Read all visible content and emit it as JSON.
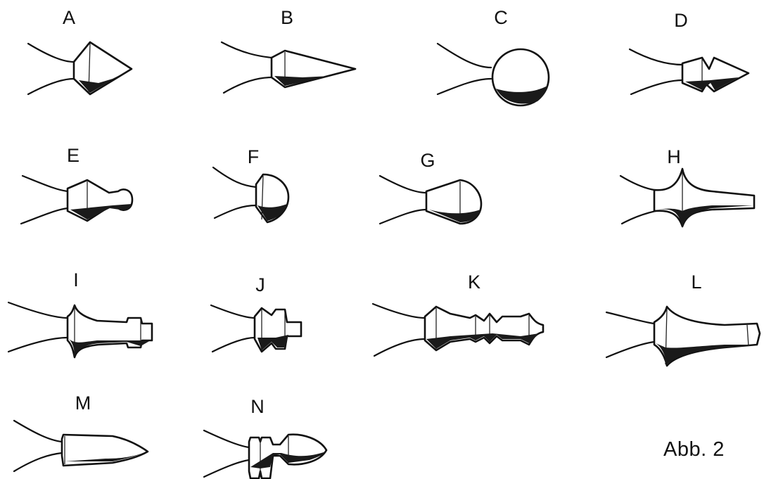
{
  "plate": {
    "caption": "Abb. 2",
    "labels": [
      "A",
      "B",
      "C",
      "D",
      "E",
      "F",
      "G",
      "H",
      "I",
      "J",
      "K",
      "L",
      "M",
      "N"
    ]
  }
}
